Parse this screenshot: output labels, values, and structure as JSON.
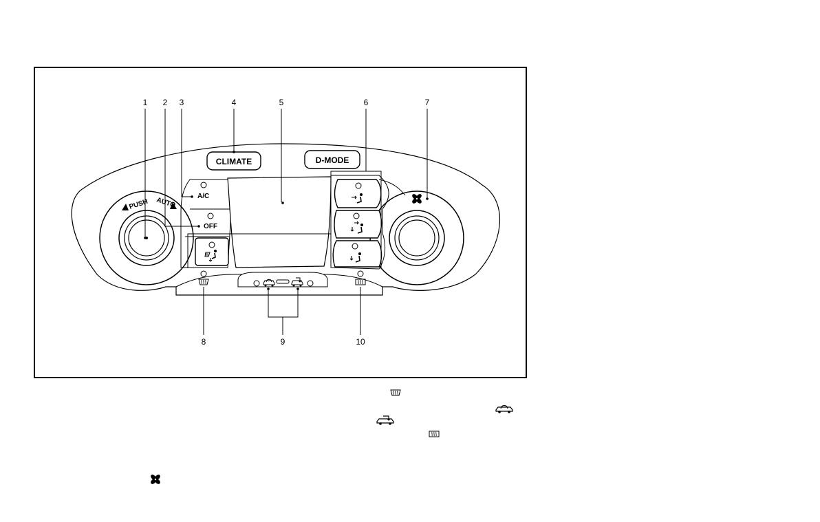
{
  "callouts": [
    "1",
    "2",
    "3",
    "4",
    "5",
    "6",
    "7",
    "8",
    "9",
    "10"
  ],
  "buttons": {
    "climate_label": "CLIMATE",
    "dmode_label": "D-MODE",
    "ac_label": "A/C",
    "off_label": "OFF"
  },
  "knob_labels": {
    "push": "PUSH",
    "auto": "AUTO"
  },
  "icons": {
    "fan": "fan-icon",
    "front_defrost": "front-defroster-icon",
    "rear_defrost": "rear-defroster-icon",
    "recirculation": "air-recirculation-icon",
    "outside_air": "outside-air-icon",
    "vent_mode": "vent-mode-icon",
    "bilevel_mode": "bi-level-mode-icon",
    "foot_mode": "foot-mode-icon",
    "foot_defrost_mode": "foot-defrost-mode-icon"
  },
  "colors": {
    "ink": "#000000",
    "paper": "#ffffff"
  }
}
